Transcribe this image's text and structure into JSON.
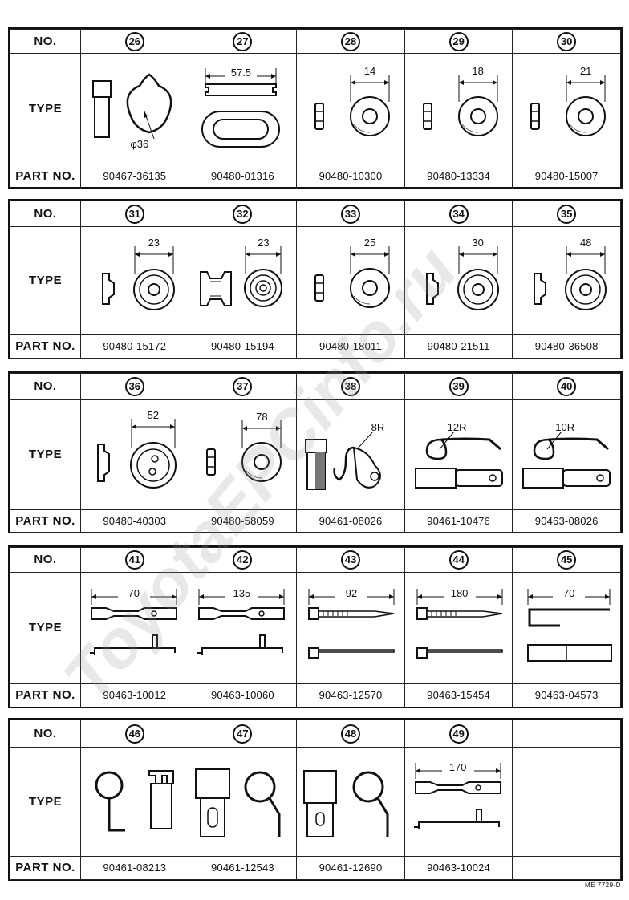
{
  "labels": {
    "no": "NO.",
    "type": "TYPE",
    "part_no": "PART NO."
  },
  "sections": [
    {
      "items": [
        {
          "num": "26",
          "part": "90467-36135",
          "dim": "φ36",
          "shape": "clip-ring"
        },
        {
          "num": "27",
          "part": "90480-01316",
          "dim": "57.5",
          "shape": "grommet-oval"
        },
        {
          "num": "28",
          "part": "90480-10300",
          "dim": "14",
          "shape": "grommet"
        },
        {
          "num": "29",
          "part": "90480-13334",
          "dim": "18",
          "shape": "grommet"
        },
        {
          "num": "30",
          "part": "90480-15007",
          "dim": "21",
          "shape": "grommet"
        }
      ]
    },
    {
      "items": [
        {
          "num": "31",
          "part": "90480-15172",
          "dim": "23",
          "shape": "grommet-cup"
        },
        {
          "num": "32",
          "part": "90480-15194",
          "dim": "23",
          "shape": "grommet-double"
        },
        {
          "num": "33",
          "part": "90480-18011",
          "dim": "25",
          "shape": "grommet"
        },
        {
          "num": "34",
          "part": "90480-21511",
          "dim": "30",
          "shape": "grommet-cup"
        },
        {
          "num": "35",
          "part": "90480-36508",
          "dim": "48",
          "shape": "grommet-cup"
        }
      ]
    },
    {
      "items": [
        {
          "num": "36",
          "part": "90480-40303",
          "dim": "52",
          "shape": "grommet-2hole"
        },
        {
          "num": "37",
          "part": "90480-58059",
          "dim": "78",
          "shape": "grommet"
        },
        {
          "num": "38",
          "part": "90461-08026",
          "dim": "8R",
          "shape": "clamp-hook"
        },
        {
          "num": "39",
          "part": "90461-10476",
          "dim": "12R",
          "shape": "clamp-long"
        },
        {
          "num": "40",
          "part": "90463-08026",
          "dim": "10R",
          "shape": "clamp-long"
        }
      ]
    },
    {
      "items": [
        {
          "num": "41",
          "part": "90463-10012",
          "dim": "70",
          "shape": "band-clip"
        },
        {
          "num": "42",
          "part": "90463-10060",
          "dim": "135",
          "shape": "band-clip"
        },
        {
          "num": "43",
          "part": "90463-12570",
          "dim": "92",
          "shape": "tie"
        },
        {
          "num": "44",
          "part": "90463-15454",
          "dim": "180",
          "shape": "tie"
        },
        {
          "num": "45",
          "part": "90463-04573",
          "dim": "70",
          "shape": "staple"
        }
      ]
    },
    {
      "items": [
        {
          "num": "46",
          "part": "90461-08213",
          "dim": "",
          "shape": "clamp-loop"
        },
        {
          "num": "47",
          "part": "90461-12543",
          "dim": "",
          "shape": "clamp-loop-slot"
        },
        {
          "num": "48",
          "part": "90461-12690",
          "dim": "",
          "shape": "clamp-loop-hole"
        },
        {
          "num": "49",
          "part": "90463-10024",
          "dim": "170",
          "shape": "band-clip"
        },
        {
          "num": "",
          "part": "",
          "dim": "",
          "shape": "empty"
        }
      ]
    }
  ],
  "footer": "ME 7729-D",
  "watermark": "ToyotaEPCinfo.ru"
}
